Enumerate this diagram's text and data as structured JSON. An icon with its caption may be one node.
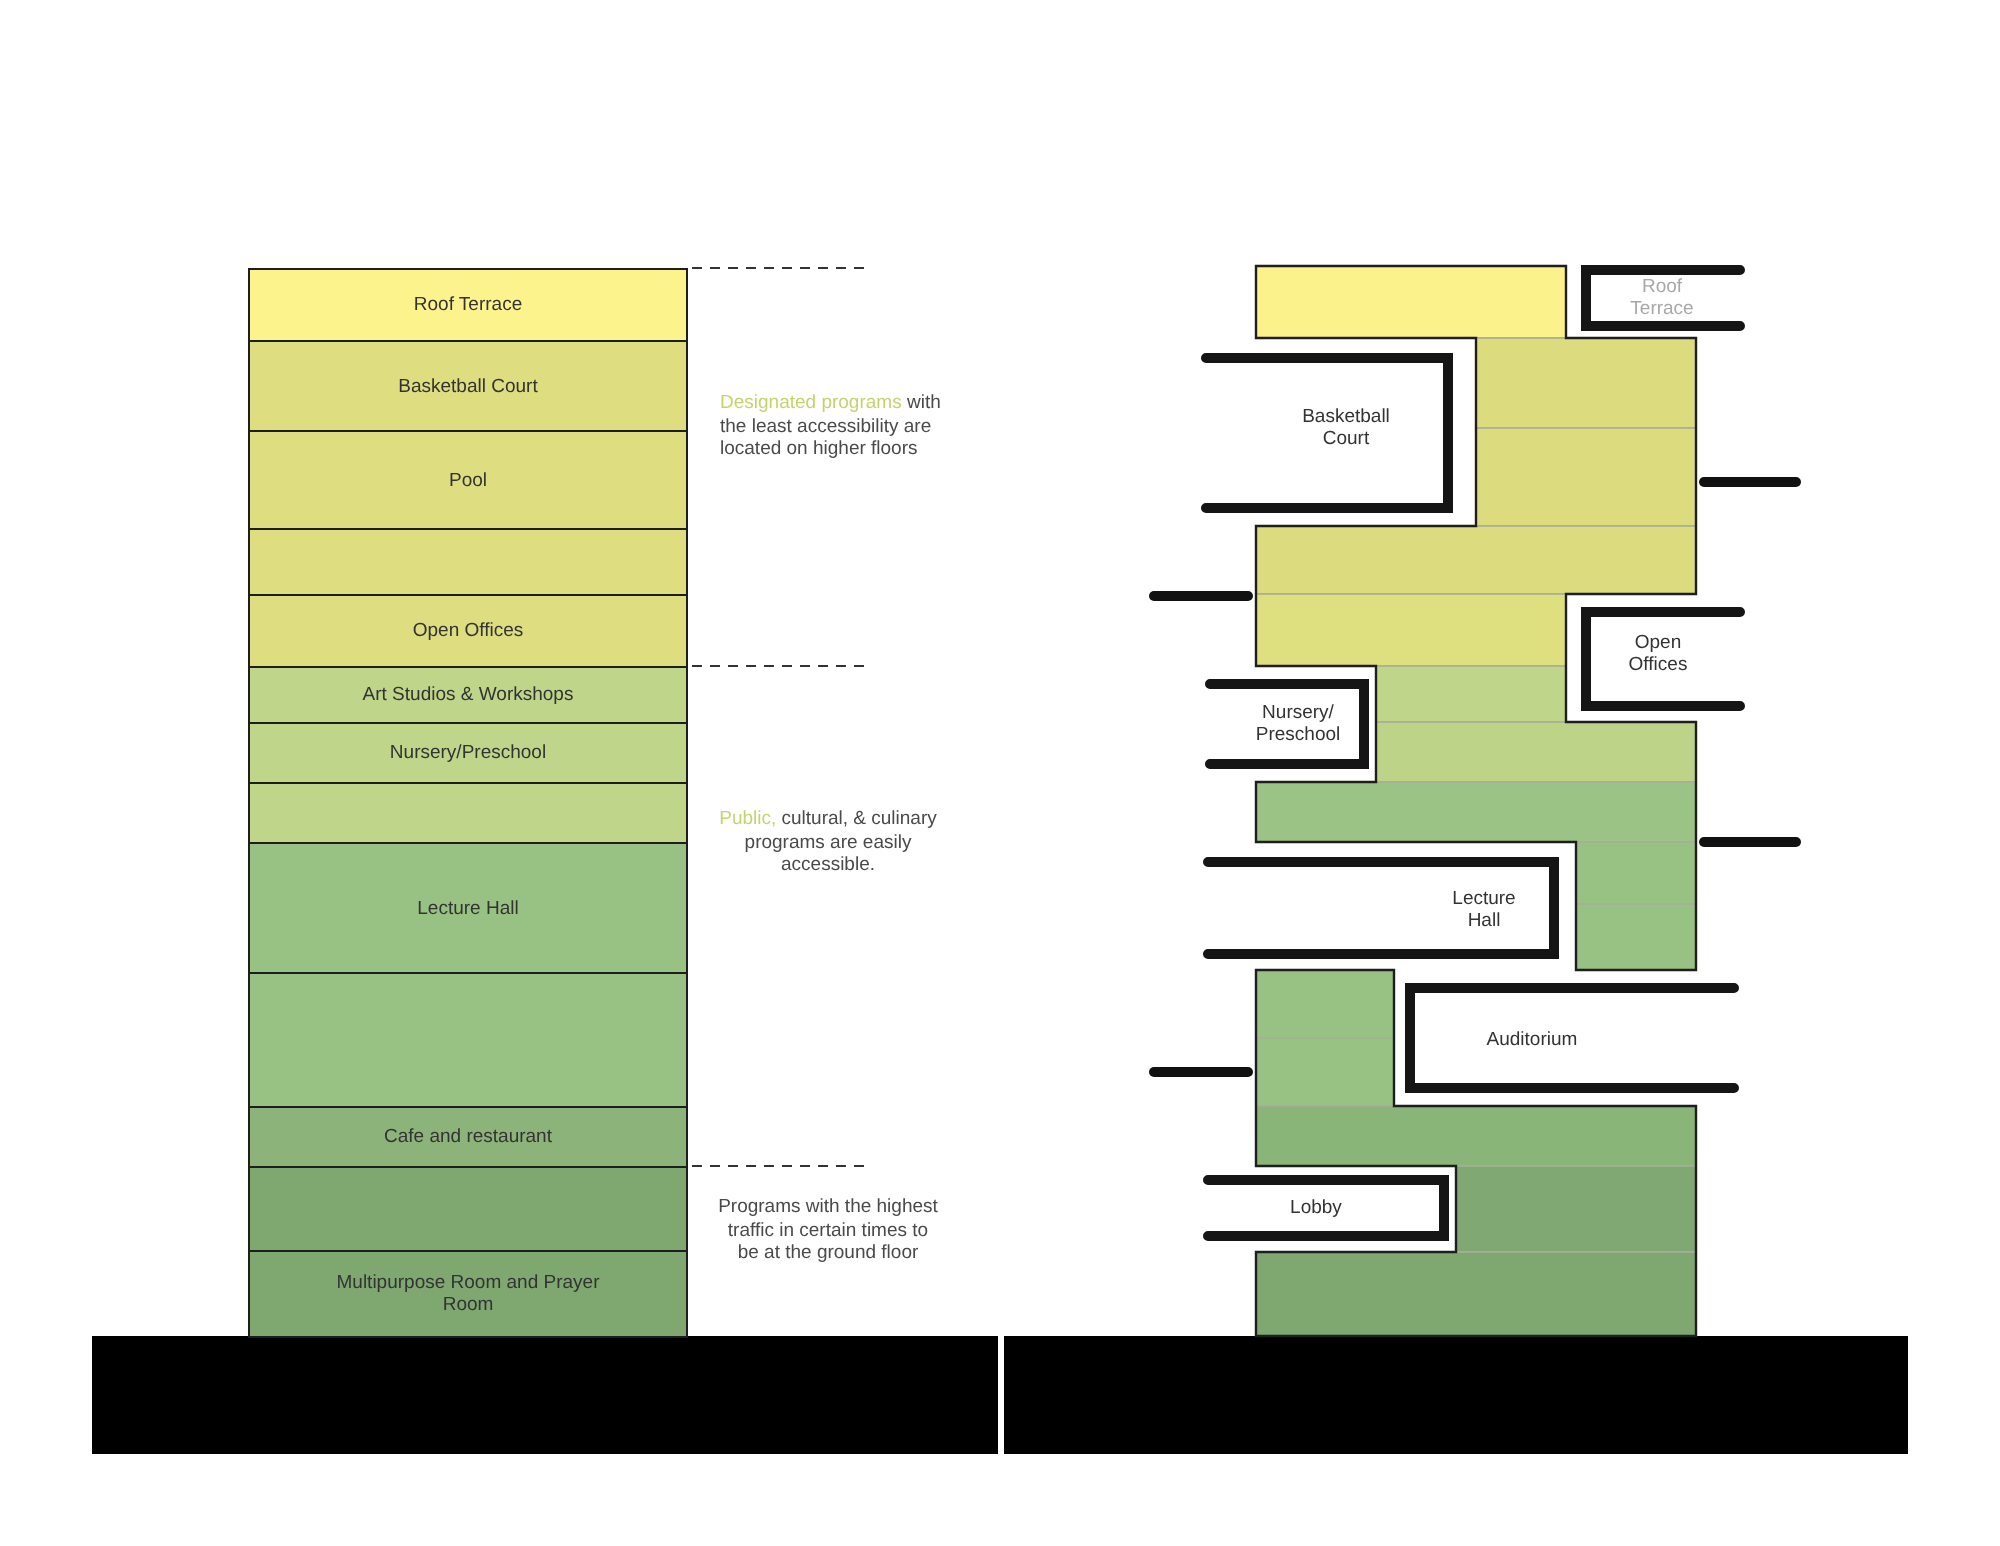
{
  "diagram": {
    "nodes": [
      {
        "text": [
          "Roof Terrace"
        ]
      },
      {
        "text": [
          "Basketball Court"
        ]
      },
      {
        "text": [
          "Pool"
        ]
      },
      {
        "text": [],
        "shape": "box"
      },
      {
        "text": [
          "Open Offices"
        ]
      },
      {
        "text": [
          "Art Studios & Workshops"
        ]
      },
      {
        "text": [
          "Nursery/Preschool"
        ]
      },
      {
        "text": [],
        "shape": "box"
      },
      {
        "text": [
          "Lecture Hall"
        ]
      },
      {
        "text": [],
        "shape": "box"
      },
      {
        "text": [
          "Cafe and restaurant"
        ]
      },
      {
        "text": [],
        "shape": "box"
      },
      {
        "text": [
          "Multipurpose Room and Prayer Room"
        ]
      },
      {
        "text": [
          "Roof Terrace"
        ]
      },
      {
        "text": [
          "Basketball Court"
        ]
      },
      {
        "text": [
          "Open Offices"
        ]
      },
      {
        "text": [
          "Nursery/ Preschool"
        ]
      },
      {
        "text": [
          "Lecture Hall"
        ]
      },
      {
        "text": [
          "Auditorium"
        ]
      },
      {
        "text": [
          "Lobby"
        ]
      }
    ],
    "labels": [
      "Designated programs with the least accessibility are located on higher floors",
      "Public, cultural, & culinary programs are easily accessible.",
      "Programs with the highest traffic in certain times to be at the ground floor"
    ]
  }
}
